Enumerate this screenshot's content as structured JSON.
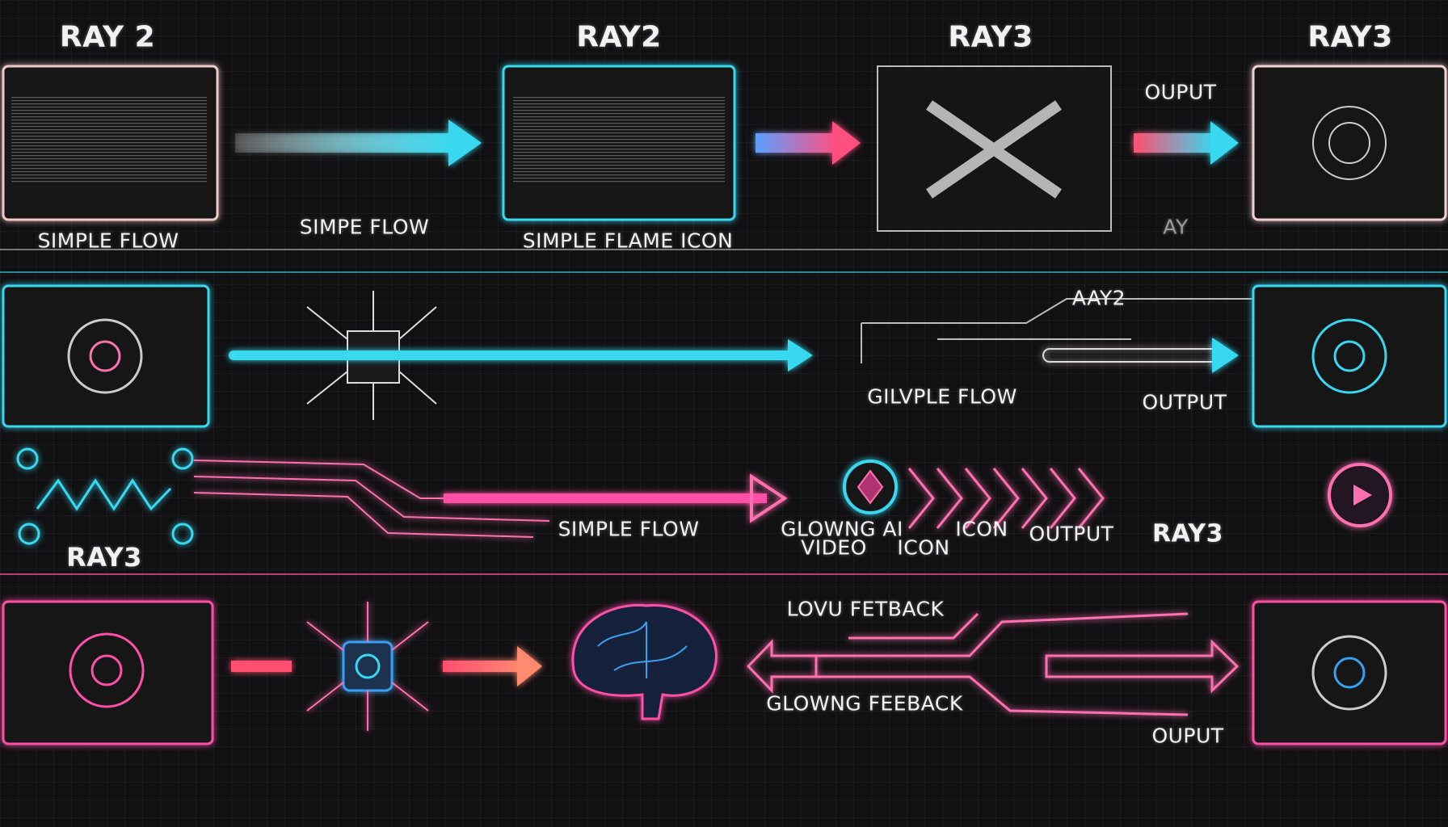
{
  "row1": {
    "titles": [
      "RAY 2",
      "RAY2",
      "RAY3",
      "RAY3"
    ],
    "labels": {
      "simple_flow": "SIMPLE FLOW",
      "simpe_flow": "SIMPE FLOW",
      "flame_icon": "SIMPLE FLAME ICON",
      "ouput": "OUPUT",
      "ay": "AY"
    }
  },
  "row2": {
    "aay2": "AAY2",
    "gilvple_flow": "GILVPLE FLOW",
    "output": "OUTPUT"
  },
  "row3": {
    "simple_flow": "SIMPLE FLOW",
    "glowng_ai": "GLOWNG AI",
    "video": "VIDEO",
    "icon_a": "ICON",
    "icon_b": "ICON",
    "output": "OUTPUT",
    "ray3_right": "RAY3",
    "ray3_left": "RAY3"
  },
  "row4": {
    "lovu_fetback": "LOVU FETBACK",
    "glowng_feeback": "GLOWNG FEEBACK",
    "ouput": "OUPUT"
  },
  "colors": {
    "cyan": "#37d8f0",
    "pink": "#ff4fa8",
    "white": "#e8e8e8"
  }
}
